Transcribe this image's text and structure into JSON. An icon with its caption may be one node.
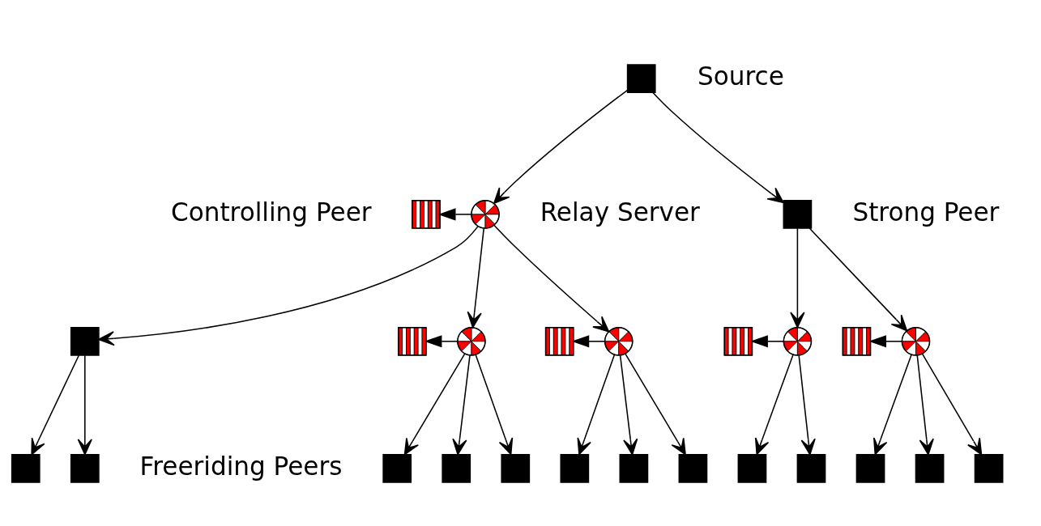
{
  "diagram": {
    "nodes": [
      {
        "text": [],
        "shape": "box",
        "beside": [
          "Source"
        ]
      },
      {
        "text": [],
        "shape": "box",
        "beside": [
          "Controlling Peer"
        ]
      },
      {
        "text": [],
        "shape": "circle",
        "beside": [
          "Relay Server"
        ]
      },
      {
        "text": [],
        "shape": "box",
        "beside": [
          "Strong Peer"
        ]
      },
      {
        "text": [],
        "shape": "box"
      },
      {
        "text": [],
        "shape": "box"
      },
      {
        "text": [],
        "shape": "circle"
      },
      {
        "text": [],
        "shape": "box"
      },
      {
        "text": [],
        "shape": "circle"
      },
      {
        "text": [],
        "shape": "box"
      },
      {
        "text": [],
        "shape": "circle"
      },
      {
        "text": [],
        "shape": "box"
      },
      {
        "text": [],
        "shape": "circle"
      },
      {
        "text": [],
        "shape": "box"
      },
      {
        "text": [],
        "shape": "box"
      },
      {
        "text": [],
        "shape": "box"
      },
      {
        "text": [],
        "shape": "box"
      },
      {
        "text": [],
        "shape": "box"
      },
      {
        "text": [],
        "shape": "box"
      },
      {
        "text": [],
        "shape": "box"
      },
      {
        "text": [],
        "shape": "box"
      },
      {
        "text": [],
        "shape": "box"
      },
      {
        "text": [],
        "shape": "box"
      },
      {
        "text": [],
        "shape": "box"
      },
      {
        "text": [],
        "shape": "box"
      },
      {
        "text": [],
        "shape": "box"
      }
    ],
    "edges": [
      {
        "from": 0,
        "to": 2,
        "arrow": "to"
      },
      {
        "from": 0,
        "to": 3,
        "arrow": "to"
      },
      {
        "from": 2,
        "to": 1,
        "arrow": "to"
      },
      {
        "from": 2,
        "to": 4,
        "arrow": "to"
      },
      {
        "from": 2,
        "to": 6,
        "arrow": "to"
      },
      {
        "from": 2,
        "to": 8,
        "arrow": "to"
      },
      {
        "from": 6,
        "to": 5,
        "arrow": "to"
      },
      {
        "from": 8,
        "to": 7,
        "arrow": "to"
      },
      {
        "from": 3,
        "to": 10,
        "arrow": "to"
      },
      {
        "from": 3,
        "to": 12,
        "arrow": "to"
      },
      {
        "from": 10,
        "to": 9,
        "arrow": "to"
      },
      {
        "from": 12,
        "to": 11,
        "arrow": "to"
      },
      {
        "from": 4,
        "to": 13,
        "arrow": "to"
      },
      {
        "from": 4,
        "to": 14,
        "arrow": "to"
      },
      {
        "from": 6,
        "to": 15,
        "arrow": "to"
      },
      {
        "from": 6,
        "to": 16,
        "arrow": "to"
      },
      {
        "from": 6,
        "to": 17,
        "arrow": "to"
      },
      {
        "from": 8,
        "to": 18,
        "arrow": "to"
      },
      {
        "from": 8,
        "to": 19,
        "arrow": "to"
      },
      {
        "from": 8,
        "to": 20,
        "arrow": "to"
      },
      {
        "from": 10,
        "to": 21,
        "arrow": "to"
      },
      {
        "from": 10,
        "to": 22,
        "arrow": "to"
      },
      {
        "from": 12,
        "to": 23,
        "arrow": "to"
      },
      {
        "from": 12,
        "to": 24,
        "arrow": "to"
      },
      {
        "from": 12,
        "to": 25,
        "arrow": "to"
      }
    ],
    "labels": [
      "Freeriding Peers"
    ]
  }
}
